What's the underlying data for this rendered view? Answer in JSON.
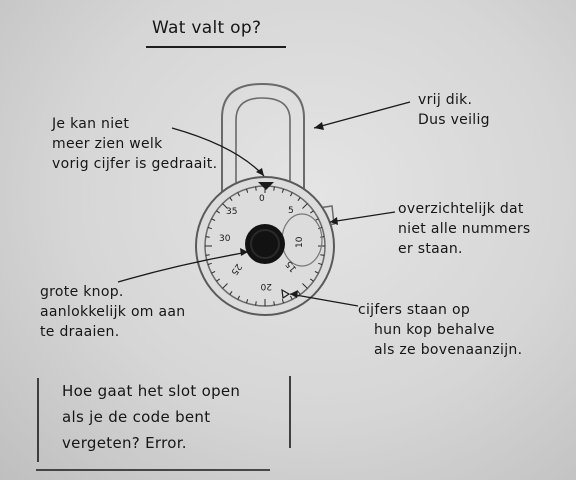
{
  "title": "Wat valt op?",
  "notes": {
    "top_left": [
      "Je kan niet",
      "meer zien welk",
      "vorig cijfer is gedraait."
    ],
    "top_right": [
      "vrij dik.",
      "Dus veilig"
    ],
    "middle_right": [
      "overzichtelijk dat",
      "niet alle nummers",
      "er staan."
    ],
    "left": [
      "grote knop.",
      "aanlokkelijk om aan",
      "te draaien."
    ],
    "bottom_right": [
      "cijfers staan op",
      "hun kop behalve",
      "als ze bovenaanzijn."
    ],
    "box": [
      "Hoe gaat het slot open",
      "als je de code bent",
      "vergeten? Error."
    ]
  },
  "dial_numbers": [
    "0",
    "5",
    "10",
    "15",
    "20",
    "25",
    "30",
    "35"
  ],
  "colors": {
    "ink": "#1a1a1a",
    "pencil": "#6a6a6a",
    "knob": "#121212"
  }
}
